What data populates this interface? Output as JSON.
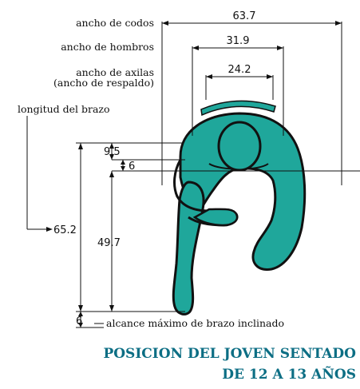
{
  "labels": {
    "elbow_width": "ancho de codos",
    "shoulder_width": "ancho de hombros",
    "armpit_width_line1": "ancho de axilas",
    "armpit_width_line2": "(ancho de respaldo)",
    "arm_length": "longitud del brazo",
    "max_reach": "alcance máximo de brazo inclinado"
  },
  "values": {
    "elbow_width": "63.7",
    "shoulder_width": "31.9",
    "armpit_width": "24.2",
    "head_offset": "9.5",
    "shoulder_offset": "6",
    "arm_length": "65.2",
    "forearm_reach": "49.7",
    "hand_offset": "6"
  },
  "caption": {
    "line1": "POSICION DEL JOVEN SENTADO",
    "line2": "DE 12 A 13 AÑOS"
  },
  "colors": {
    "figure_fill": "#1fa79b",
    "figure_outline": "#111111",
    "caption": "#0c6e84",
    "lines": "#111111"
  }
}
